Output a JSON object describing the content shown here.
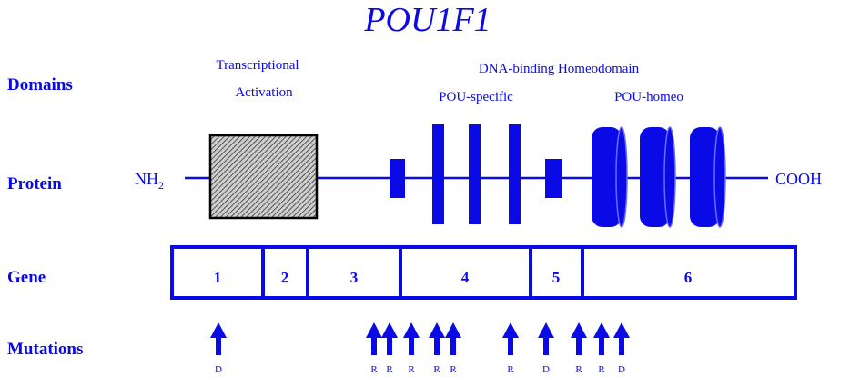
{
  "title": "POU1F1",
  "row_labels": {
    "domains": "Domains",
    "protein": "Protein",
    "gene": "Gene",
    "mutations": "Mutations"
  },
  "domain_labels": {
    "transcriptional_line1": "Transcriptional",
    "transcriptional_line2": "Activation",
    "dna_binding": "DNA-binding Homeodomain",
    "pou_specific": "POU-specific",
    "pou_homeo": "POU-homeo"
  },
  "protein_ends": {
    "n_term": "NH",
    "n_sub": "2",
    "c_term": "COOH"
  },
  "exons": [
    "1",
    "2",
    "3",
    "4",
    "5",
    "6"
  ],
  "mutations": [
    "D",
    "R",
    "R",
    "R",
    "R",
    "R",
    "R",
    "D",
    "R",
    "R",
    "D"
  ],
  "colors": {
    "primary": "#0a0ae6",
    "hatch_dark": "#333333",
    "background": "#ffffff"
  }
}
